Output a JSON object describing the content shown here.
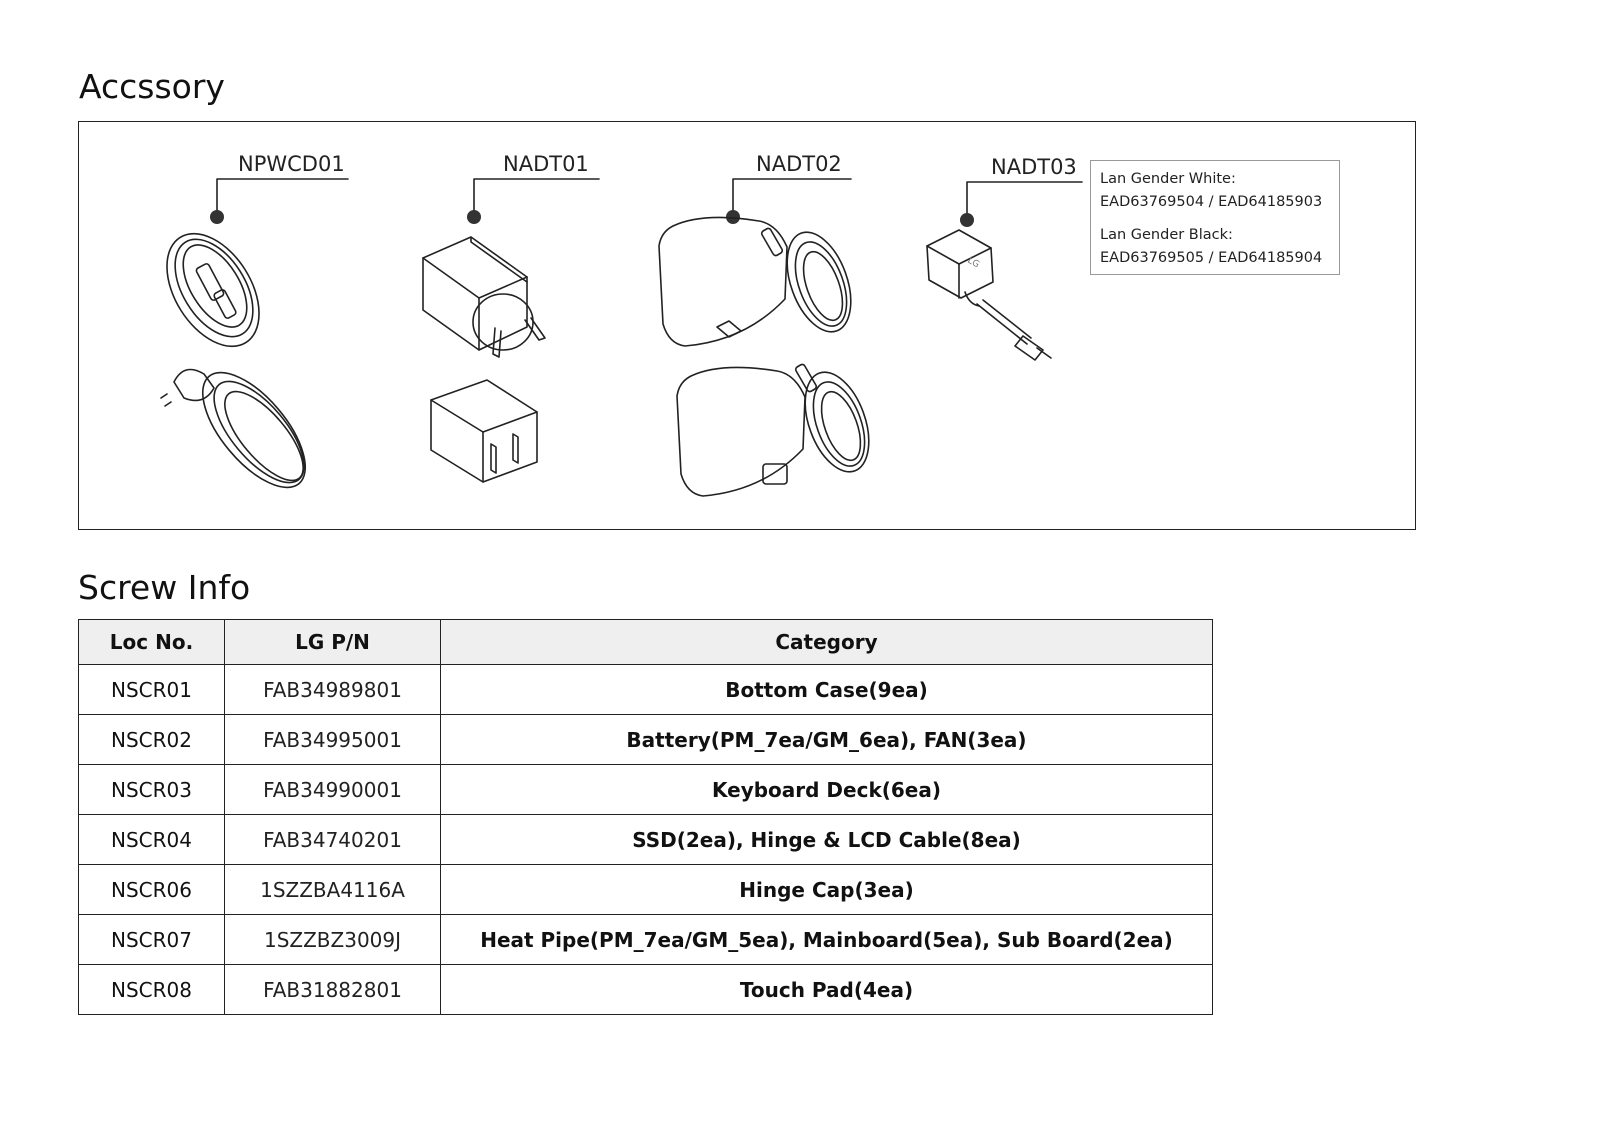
{
  "accessory": {
    "title": "Accssory",
    "items": [
      {
        "code": "NPWCD01"
      },
      {
        "code": "NADT01"
      },
      {
        "code": "NADT02"
      },
      {
        "code": "NADT03"
      }
    ],
    "note": {
      "line1": "Lan Gender White:",
      "line2": "EAD63769504 / EAD64185903",
      "line3": "Lan Gender Black:",
      "line4": "EAD63769505 / EAD64185904"
    },
    "logo_text": "LG"
  },
  "screw_info": {
    "title": "Screw Info",
    "headers": [
      "Loc No.",
      "LG P/N",
      "Category"
    ],
    "rows": [
      [
        "NSCR01",
        "FAB34989801",
        "Bottom Case(9ea)"
      ],
      [
        "NSCR02",
        "FAB34995001",
        "Battery(PM_7ea/GM_6ea), FAN(3ea)"
      ],
      [
        "NSCR03",
        "FAB34990001",
        "Keyboard Deck(6ea)"
      ],
      [
        "NSCR04",
        "FAB34740201",
        "SSD(2ea), Hinge & LCD Cable(8ea)"
      ],
      [
        "NSCR06",
        "1SZZBA4116A",
        "Hinge Cap(3ea)"
      ],
      [
        "NSCR07",
        "1SZZBZ3009J",
        "Heat Pipe(PM_7ea/GM_5ea), Mainboard(5ea), Sub Board(2ea)"
      ],
      [
        "NSCR08",
        "FAB31882801",
        "Touch Pad(4ea)"
      ]
    ]
  }
}
